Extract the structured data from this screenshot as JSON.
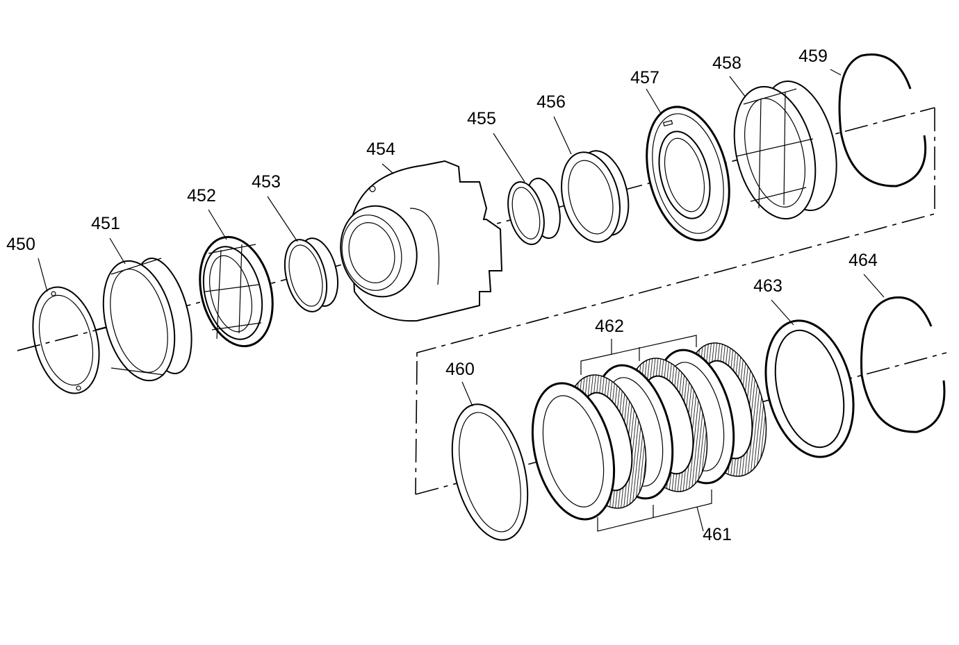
{
  "callouts": {
    "p450": "450",
    "p451": "451",
    "p452": "452",
    "p453": "453",
    "p454": "454",
    "p455": "455",
    "p456": "456",
    "p457": "457",
    "p458": "458",
    "p459": "459",
    "p460": "460",
    "p461": "461",
    "p462": "462",
    "p463": "463",
    "p464": "464"
  }
}
